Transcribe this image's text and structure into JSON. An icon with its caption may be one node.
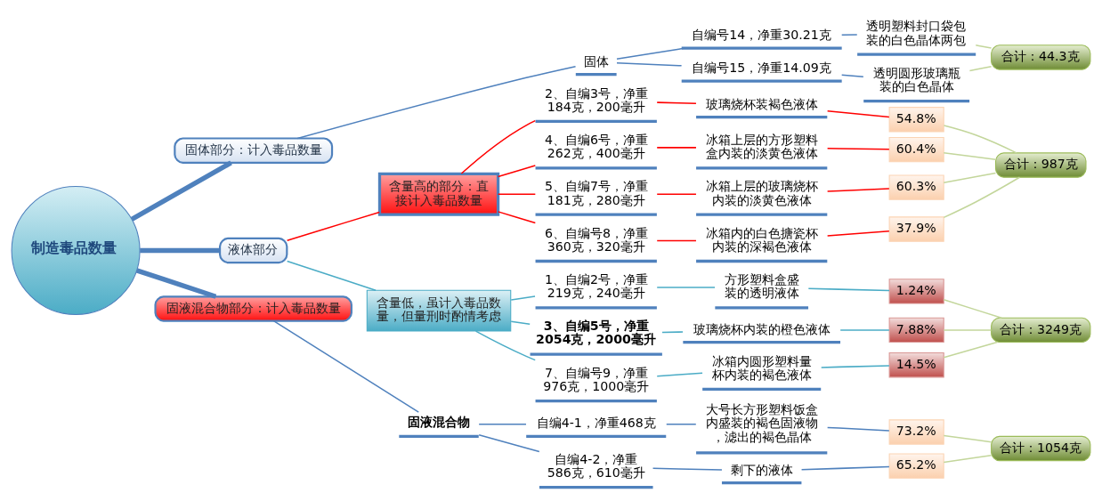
{
  "diagram": {
    "nodes": [
      {
        "text": [
          "制造毒品数量"
        ]
      },
      {
        "text": [
          "固体部分：计入毒品数量"
        ]
      },
      {
        "text": [
          "固体"
        ]
      },
      {
        "text": [
          "自编号14，净重30.21克"
        ]
      },
      {
        "text": [
          "透明塑料封口袋包装的白色晶体两包"
        ]
      },
      {
        "text": [
          "自编号15，净重14.09克"
        ]
      },
      {
        "text": [
          "透明圆形玻璃瓶装的白色晶体"
        ]
      },
      {
        "text": [
          "合计：44.3克"
        ]
      },
      {
        "text": [
          "液体部分"
        ]
      },
      {
        "text": [
          "含量高的部分：直接计入毒品数量"
        ]
      },
      {
        "text": [
          "2、自编3号，净重184克，200毫升"
        ]
      },
      {
        "text": [
          "玻璃烧杯装褐色液体"
        ]
      },
      {
        "text": [
          "54.8%"
        ]
      },
      {
        "text": [
          "4、自编6号，净重262克，400毫升"
        ]
      },
      {
        "text": [
          "冰箱上层的方形塑料盒内装的淡黄色液体"
        ]
      },
      {
        "text": [
          "60.4%"
        ]
      },
      {
        "text": [
          "5、自编7号，净重181克，280毫升"
        ]
      },
      {
        "text": [
          "冰箱上层的玻璃烧杯内装的淡黄色液体"
        ]
      },
      {
        "text": [
          "60.3%"
        ]
      },
      {
        "text": [
          "6、自编号8，净重360克，320毫升"
        ]
      },
      {
        "text": [
          "冰箱内的白色搪瓷杯内装的深褐色液体"
        ]
      },
      {
        "text": [
          "37.9%"
        ]
      },
      {
        "text": [
          "合计：987克"
        ]
      },
      {
        "text": [
          "含量低，虽计入毒品数量，但量刑时酌情考虑"
        ]
      },
      {
        "text": [
          "1、自编2号，净重219克，240毫升"
        ]
      },
      {
        "text": [
          "方形塑料盒盛装的透明液体"
        ]
      },
      {
        "text": [
          "1.24%"
        ]
      },
      {
        "text": [
          "3、自编5号，净重2054克，2000毫升"
        ]
      },
      {
        "text": [
          "玻璃烧杯内装的橙色液体"
        ]
      },
      {
        "text": [
          "7.88%"
        ]
      },
      {
        "text": [
          "7、自编号9，净重976克，1000毫升"
        ]
      },
      {
        "text": [
          "冰箱内圆形塑料量杯内装的褐色液体"
        ]
      },
      {
        "text": [
          "14.5%"
        ]
      },
      {
        "text": [
          "合计：3249克"
        ]
      },
      {
        "text": [
          "固液混合物部分：计入毒品数量"
        ]
      },
      {
        "text": [
          "固液混合物"
        ]
      },
      {
        "text": [
          "自编4-1，净重468克"
        ]
      },
      {
        "text": [
          "大号长方形塑料饭盒内盛装的褐色固液物，滤出的褐色晶体"
        ]
      },
      {
        "text": [
          "73.2%"
        ]
      },
      {
        "text": [
          "自编4-2，净重586克，610毫升"
        ]
      },
      {
        "text": [
          "剩下的液体"
        ]
      },
      {
        "text": [
          "65.2%"
        ]
      },
      {
        "text": [
          "合计：1054克"
        ]
      }
    ],
    "edges": [
      {
        "from": 0,
        "to": 1,
        "arrow": "none",
        "style": "thick"
      },
      {
        "from": 1,
        "to": 2,
        "arrow": "none"
      },
      {
        "from": 2,
        "to": 3,
        "arrow": "none"
      },
      {
        "from": 3,
        "to": 4,
        "arrow": "none"
      },
      {
        "from": 2,
        "to": 5,
        "arrow": "none"
      },
      {
        "from": 5,
        "to": 6,
        "arrow": "none"
      },
      {
        "from": 4,
        "to": 7,
        "arrow": "none",
        "color": "#c3d69b"
      },
      {
        "from": 6,
        "to": 7,
        "arrow": "none",
        "color": "#c3d69b"
      },
      {
        "from": 0,
        "to": 8,
        "arrow": "none",
        "style": "thick"
      },
      {
        "from": 8,
        "to": 9,
        "arrow": "none",
        "color": "#ff0000"
      },
      {
        "from": 9,
        "to": 10,
        "arrow": "none",
        "color": "#ff0000"
      },
      {
        "from": 10,
        "to": 11,
        "arrow": "none",
        "color": "#ff0000"
      },
      {
        "from": 11,
        "to": 12,
        "arrow": "none",
        "color": "#ff0000"
      },
      {
        "from": 9,
        "to": 13,
        "arrow": "none",
        "color": "#ff0000"
      },
      {
        "from": 13,
        "to": 14,
        "arrow": "none",
        "color": "#ff0000"
      },
      {
        "from": 14,
        "to": 15,
        "arrow": "none",
        "color": "#ff0000"
      },
      {
        "from": 9,
        "to": 16,
        "arrow": "none",
        "color": "#ff0000"
      },
      {
        "from": 16,
        "to": 17,
        "arrow": "none",
        "color": "#ff0000"
      },
      {
        "from": 17,
        "to": 18,
        "arrow": "none",
        "color": "#ff0000"
      },
      {
        "from": 9,
        "to": 19,
        "arrow": "none",
        "color": "#ff0000"
      },
      {
        "from": 19,
        "to": 20,
        "arrow": "none",
        "color": "#ff0000"
      },
      {
        "from": 20,
        "to": 21,
        "arrow": "none",
        "color": "#ff0000"
      },
      {
        "from": 12,
        "to": 22,
        "arrow": "none",
        "color": "#c3d69b"
      },
      {
        "from": 15,
        "to": 22,
        "arrow": "none",
        "color": "#c3d69b"
      },
      {
        "from": 18,
        "to": 22,
        "arrow": "none",
        "color": "#c3d69b"
      },
      {
        "from": 21,
        "to": 22,
        "arrow": "none",
        "color": "#c3d69b"
      },
      {
        "from": 8,
        "to": 23,
        "arrow": "none",
        "color": "#4bacc6"
      },
      {
        "from": 23,
        "to": 24,
        "arrow": "none",
        "color": "#4bacc6"
      },
      {
        "from": 24,
        "to": 25,
        "arrow": "none",
        "color": "#4bacc6"
      },
      {
        "from": 25,
        "to": 26,
        "arrow": "none",
        "color": "#4bacc6"
      },
      {
        "from": 23,
        "to": 27,
        "arrow": "none",
        "color": "#4bacc6"
      },
      {
        "from": 27,
        "to": 28,
        "arrow": "none",
        "color": "#4bacc6"
      },
      {
        "from": 28,
        "to": 29,
        "arrow": "none",
        "color": "#4bacc6"
      },
      {
        "from": 23,
        "to": 30,
        "arrow": "none",
        "color": "#4bacc6"
      },
      {
        "from": 30,
        "to": 31,
        "arrow": "none",
        "color": "#4bacc6"
      },
      {
        "from": 31,
        "to": 32,
        "arrow": "none",
        "color": "#4bacc6"
      },
      {
        "from": 26,
        "to": 33,
        "arrow": "none",
        "color": "#c3d69b"
      },
      {
        "from": 29,
        "to": 33,
        "arrow": "none",
        "color": "#c3d69b"
      },
      {
        "from": 32,
        "to": 33,
        "arrow": "none",
        "color": "#c3d69b"
      },
      {
        "from": 0,
        "to": 34,
        "arrow": "none",
        "style": "thick"
      },
      {
        "from": 34,
        "to": 35,
        "arrow": "none"
      },
      {
        "from": 35,
        "to": 36,
        "arrow": "none"
      },
      {
        "from": 36,
        "to": 37,
        "arrow": "none"
      },
      {
        "from": 37,
        "to": 38,
        "arrow": "none"
      },
      {
        "from": 35,
        "to": 39,
        "arrow": "none"
      },
      {
        "from": 39,
        "to": 40,
        "arrow": "none"
      },
      {
        "from": 40,
        "to": 41,
        "arrow": "none"
      },
      {
        "from": 38,
        "to": 42,
        "arrow": "none",
        "color": "#c3d69b"
      },
      {
        "from": 41,
        "to": 42,
        "arrow": "none",
        "color": "#c3d69b"
      }
    ]
  }
}
